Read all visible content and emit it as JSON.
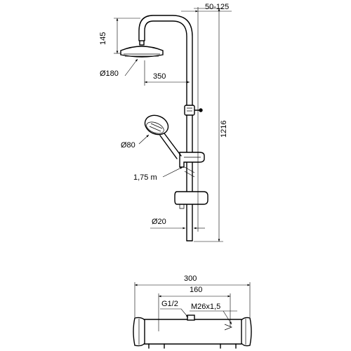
{
  "dimensions": {
    "d_50_125": "50-125",
    "d_145": "145",
    "d_180": "Ø180",
    "d_350": "350",
    "d_1216": "1216",
    "d_80": "Ø80",
    "d_hose": "1,75 m",
    "d_20": "Ø20",
    "d_300": "300",
    "d_160": "160",
    "d_g12": "G1/2",
    "d_m26": "M26x1,5"
  }
}
